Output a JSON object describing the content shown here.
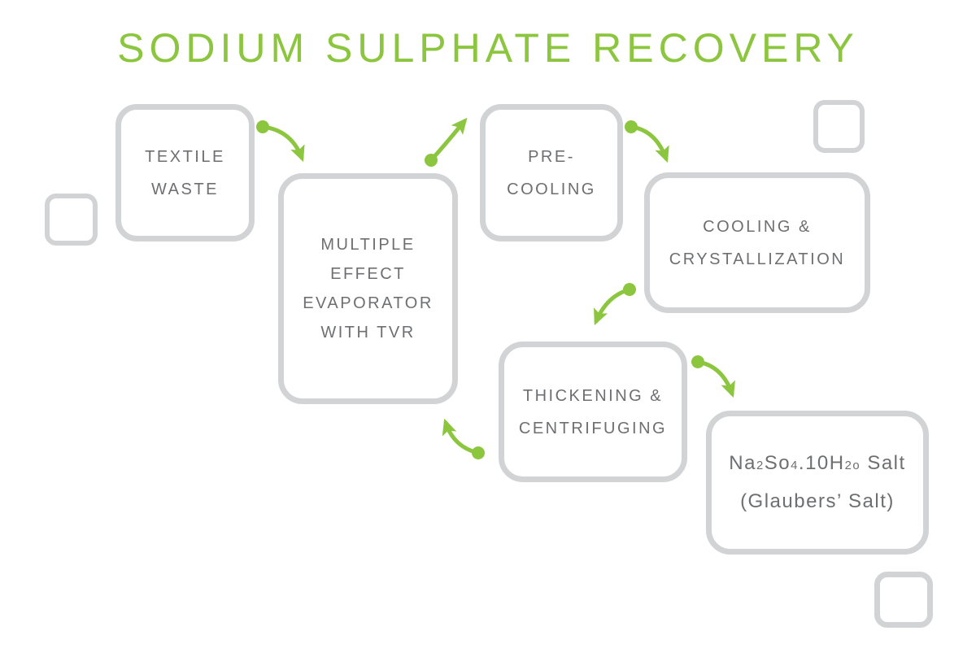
{
  "title": "SODIUM SULPHATE RECOVERY",
  "colors": {
    "accent_green": "#8CC63F",
    "box_border": "#D2D3D5",
    "label_text": "#6E6F72"
  },
  "boxes": [
    {
      "name": "textile-waste",
      "lines": [
        "TEXTILE",
        "WASTE"
      ]
    },
    {
      "name": "multiple-effect-evaporator",
      "lines": [
        "MULTIPLE",
        "EFFECT",
        "EVAPORATOR",
        "WITH TVR"
      ]
    },
    {
      "name": "pre-cooling",
      "lines": [
        "PRE-",
        "COOLING"
      ]
    },
    {
      "name": "cooling-crystallization",
      "lines": [
        "COOLING &",
        "CRYSTALLIZATION"
      ]
    },
    {
      "name": "thickening-centrifuging",
      "lines": [
        "THICKENING &",
        "CENTRIFUGING"
      ]
    },
    {
      "name": "glaubers-salt",
      "formula": {
        "p1": "Na",
        "s1": "2",
        "p2": "So",
        "s2": "4",
        "p3": ".10H",
        "s3": "2o",
        "p4": " Salt"
      },
      "line2": "(Glaubers’ Salt)"
    }
  ],
  "arrows": [
    {
      "name": "arrow-textile-to-evaporator"
    },
    {
      "name": "arrow-evaporator-to-pre-cooling"
    },
    {
      "name": "arrow-pre-cooling-to-cooling"
    },
    {
      "name": "arrow-cooling-to-thickening"
    },
    {
      "name": "arrow-thickening-to-salt"
    },
    {
      "name": "arrow-thickening-to-evaporator"
    }
  ]
}
